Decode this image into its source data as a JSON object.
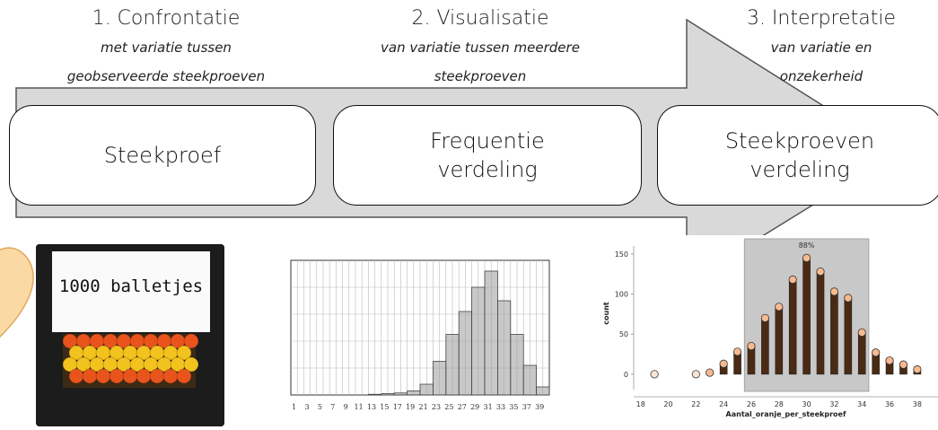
{
  "steps": [
    {
      "title": "1. Confrontatie",
      "subtitle_line1": "met variatie tussen",
      "subtitle_line2": "geobserveerde steekproeven"
    },
    {
      "title": "2. Visualisatie",
      "subtitle_line1": "van variatie tussen meerdere",
      "subtitle_line2": "steekproeven"
    },
    {
      "title": "3. Interpretatie",
      "subtitle_line1": "van variatie en",
      "subtitle_line2": "onzekerheid"
    }
  ],
  "stages": [
    {
      "line1": "Steekproef",
      "line2": ""
    },
    {
      "line1": "Frequentie",
      "line2": "verdeling"
    },
    {
      "line1": "Steekproeven",
      "line2": "verdeling"
    }
  ],
  "jar_label": "1000 balletjes",
  "colors": {
    "arrow_fill": "#d9d9d9",
    "arrow_stroke": "#555555",
    "heart": "#fbd9a4",
    "heart_stroke": "#e0a85a",
    "jar": "#1c1c1c",
    "ball_orange": "#e8541c",
    "ball_yellow": "#f2c21d",
    "dot_fill": "#f7b98f",
    "shade": "#c8c8c8"
  },
  "chart_data": [
    {
      "type": "bar",
      "title": "",
      "xlabel": "",
      "ylabel": "",
      "categories": [
        "1",
        "3",
        "5",
        "7",
        "9",
        "11",
        "13",
        "15",
        "17",
        "19",
        "21",
        "23",
        "25",
        "27",
        "29",
        "31",
        "33",
        "35",
        "37",
        "39"
      ],
      "values": [
        0,
        0,
        0,
        0,
        0,
        0,
        0.5,
        1,
        1.5,
        3,
        8,
        25,
        45,
        62,
        80,
        92,
        70,
        45,
        22,
        6
      ],
      "ylim": [
        0,
        100
      ],
      "grid": true
    },
    {
      "type": "scatter",
      "title": "",
      "xlabel": "Aantal_oranje_per_steekproef",
      "ylabel": "count",
      "x_ticks": [
        "18",
        "20",
        "22",
        "24",
        "26",
        "28",
        "30",
        "32",
        "34",
        "36",
        "38"
      ],
      "y_ticks": [
        "0",
        "50",
        "100",
        "150"
      ],
      "x": [
        19,
        22,
        23,
        24,
        25,
        26,
        27,
        28,
        29,
        30,
        31,
        32,
        33,
        34,
        35,
        36,
        37,
        38
      ],
      "counts": [
        0,
        0,
        2,
        13,
        28,
        35,
        70,
        84,
        118,
        145,
        128,
        103,
        95,
        52,
        27,
        17,
        12,
        6
      ],
      "xlim": [
        17.5,
        39.5
      ],
      "ylim": [
        -8,
        160
      ],
      "shaded_range": [
        25.5,
        34.5
      ],
      "shaded_label": "88%",
      "grid": false
    }
  ]
}
